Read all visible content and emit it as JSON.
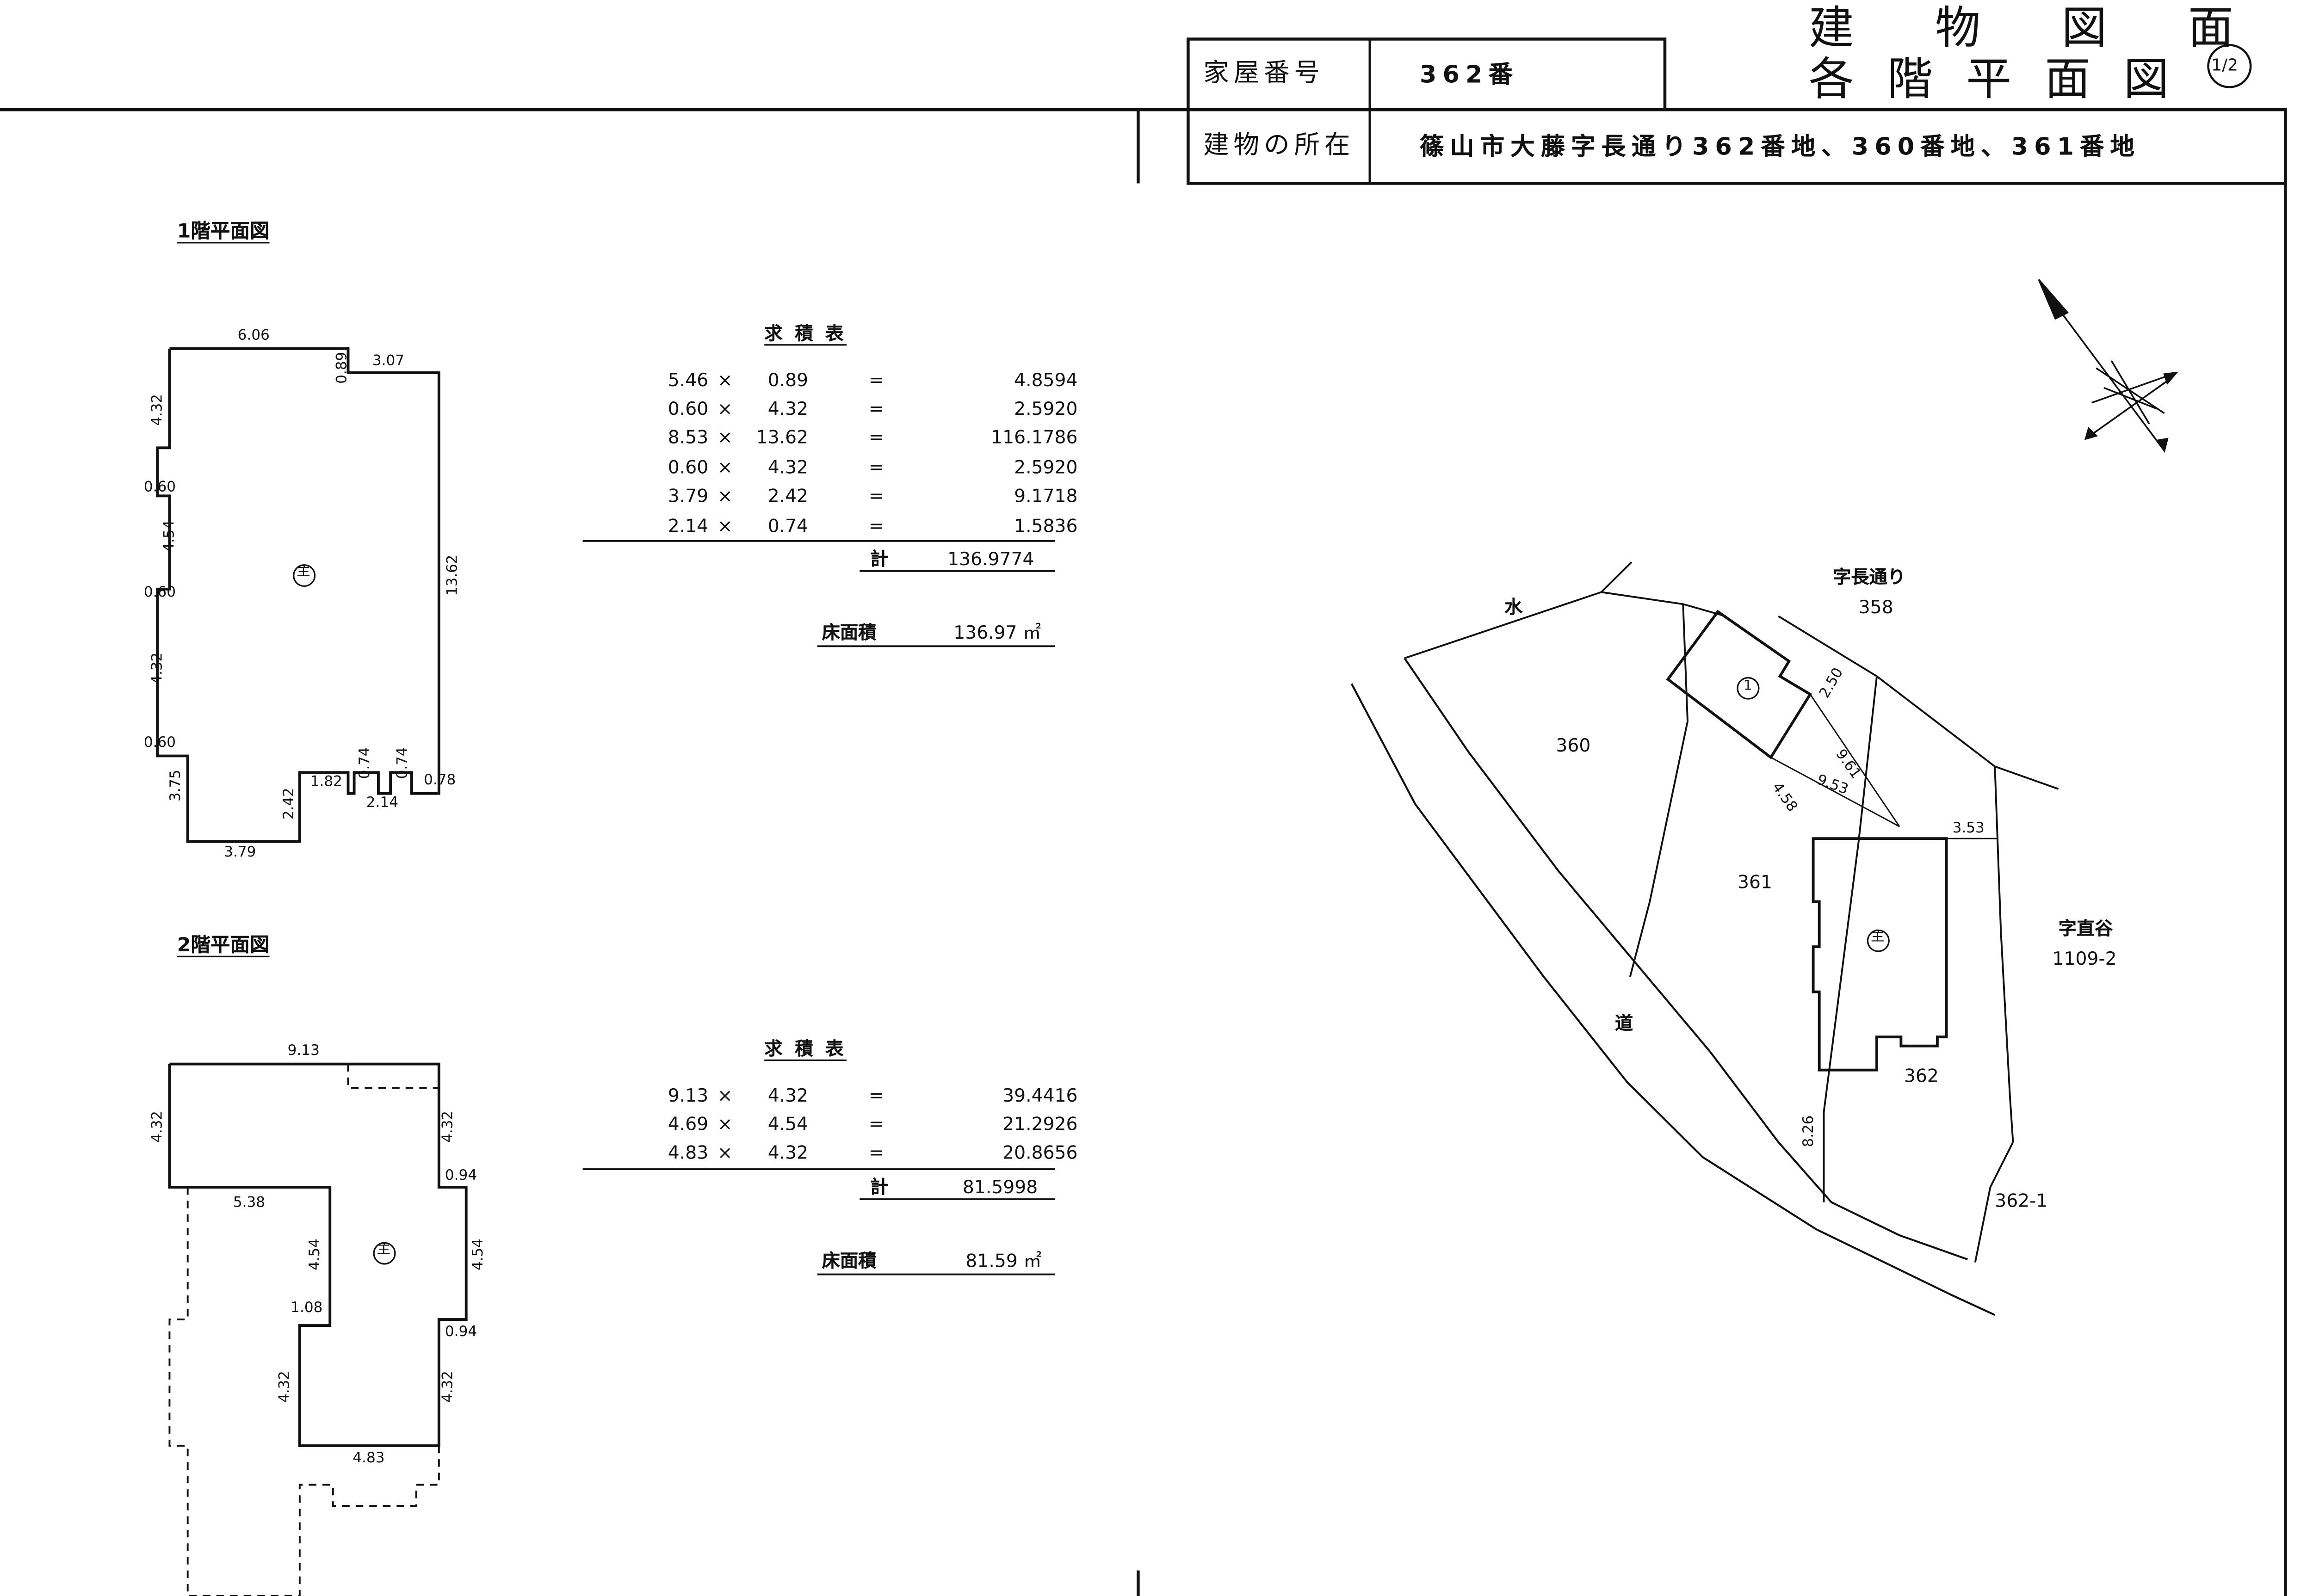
{
  "header": {
    "house_number_label": "家屋番号",
    "house_number_value": "362番",
    "location_label": "建物の所在",
    "location_value": "篠山市大藤字長通り362番地、360番地、361番地",
    "title_line1": "建 物 図 面",
    "title_line2": "各階平面図",
    "page_mark": "1/2"
  },
  "floor1": {
    "title": "1階平面図",
    "main_mark": "主",
    "dims": {
      "top_a": "6.06",
      "top_b": "0.89",
      "top_c": "3.07",
      "left_a": "4.32",
      "left_b": "0.60",
      "left_c": "4.54",
      "left_d": "0.60",
      "left_e": "4.32",
      "left_f": "0.60",
      "left_g": "3.75",
      "right": "13.62",
      "bottom_a": "2.42",
      "bottom_b": "1.82",
      "bottom_c": "0.74",
      "bottom_d": "0.74",
      "bottom_e": "0.78",
      "bottom_f": "2.14",
      "bottom_g": "3.79"
    },
    "calc_title": "求 積 表",
    "calc_rows": [
      {
        "a": "5.46",
        "op": "×",
        "b": "0.89",
        "eq": "=",
        "r": "4.8594"
      },
      {
        "a": "0.60",
        "op": "×",
        "b": "4.32",
        "eq": "=",
        "r": "2.5920"
      },
      {
        "a": "8.53",
        "op": "×",
        "b": "13.62",
        "eq": "=",
        "r": "116.1786"
      },
      {
        "a": "0.60",
        "op": "×",
        "b": "4.32",
        "eq": "=",
        "r": "2.5920"
      },
      {
        "a": "3.79",
        "op": "×",
        "b": "2.42",
        "eq": "=",
        "r": "9.1718"
      },
      {
        "a": "2.14",
        "op": "×",
        "b": "0.74",
        "eq": "=",
        "r": "1.5836"
      }
    ],
    "total_label": "計",
    "total_value": "136.9774",
    "floor_area_label": "床面積",
    "floor_area_value": "136.97 ㎡"
  },
  "floor2": {
    "title": "2階平面図",
    "main_mark": "主",
    "dims": {
      "top": "9.13",
      "left_a": "4.32",
      "left_b": "5.38",
      "left_c": "4.54",
      "left_d": "1.08",
      "left_e": "4.32",
      "right_a": "4.32",
      "right_b": "0.94",
      "right_c": "4.54",
      "right_d": "0.94",
      "right_e": "4.32",
      "bottom": "4.83"
    },
    "calc_title": "求 積 表",
    "calc_rows": [
      {
        "a": "9.13",
        "op": "×",
        "b": "4.32",
        "eq": "=",
        "r": "39.4416"
      },
      {
        "a": "4.69",
        "op": "×",
        "b": "4.54",
        "eq": "=",
        "r": "21.2926"
      },
      {
        "a": "4.83",
        "op": "×",
        "b": "4.32",
        "eq": "=",
        "r": "20.8656"
      }
    ],
    "total_label": "計",
    "total_value": "81.5998",
    "floor_area_label": "床面積",
    "floor_area_value": "81.59 ㎡"
  },
  "site": {
    "road_label": "字長通り",
    "road_lot": "358",
    "water_label": "水",
    "road_char": "道",
    "lot_360": "360",
    "lot_361": "361",
    "lot_362": "362",
    "lot_362_1": "362-1",
    "neighbor_label": "字直谷",
    "neighbor_lot": "1109-2",
    "attached_mark": "1",
    "main_mark": "主",
    "dims": {
      "d250": "2.50",
      "d961": "9.61",
      "d953": "9.53",
      "d458": "4.58",
      "d353": "3.53",
      "d826": "8.26"
    }
  },
  "icons": {
    "compass": "north-arrow-icon"
  }
}
